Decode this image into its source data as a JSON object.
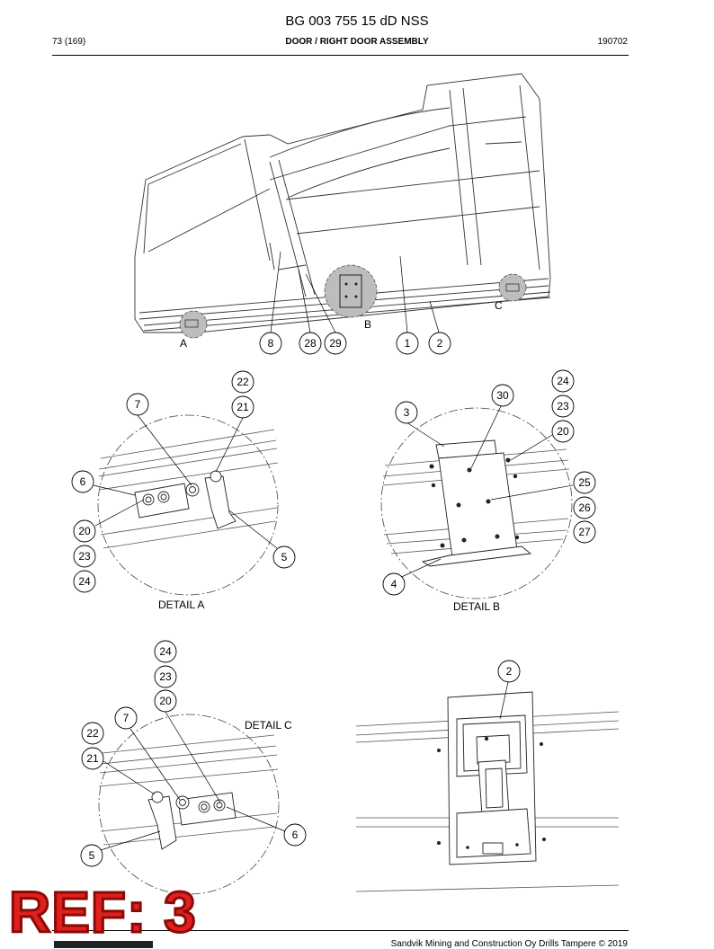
{
  "header": {
    "doc_title": "BG 003 755 15 dD NSS",
    "page": "73 (169)",
    "section": "DOOR / RIGHT DOOR ASSEMBLY",
    "code": "190702"
  },
  "main_view": {
    "detail_letters": [
      "A",
      "B",
      "C"
    ],
    "callouts": [
      "8",
      "28",
      "29",
      "1",
      "2"
    ]
  },
  "detail_a": {
    "caption": "DETAIL A",
    "callouts": [
      "22",
      "21",
      "7",
      "6",
      "20",
      "23",
      "24",
      "5"
    ]
  },
  "detail_b": {
    "caption": "DETAIL B",
    "callouts": [
      "24",
      "23",
      "20",
      "30",
      "3",
      "25",
      "26",
      "27",
      "4"
    ]
  },
  "detail_c": {
    "caption": "DETAIL C",
    "callouts": [
      "24",
      "23",
      "20",
      "7",
      "22",
      "21",
      "6",
      "5"
    ]
  },
  "detail_2": {
    "callouts": [
      "2"
    ]
  },
  "footer": {
    "copyright": "Sandvik Mining and Construction Oy Drills Tampere © 2019",
    "ref_stamp": "REF: 3"
  }
}
